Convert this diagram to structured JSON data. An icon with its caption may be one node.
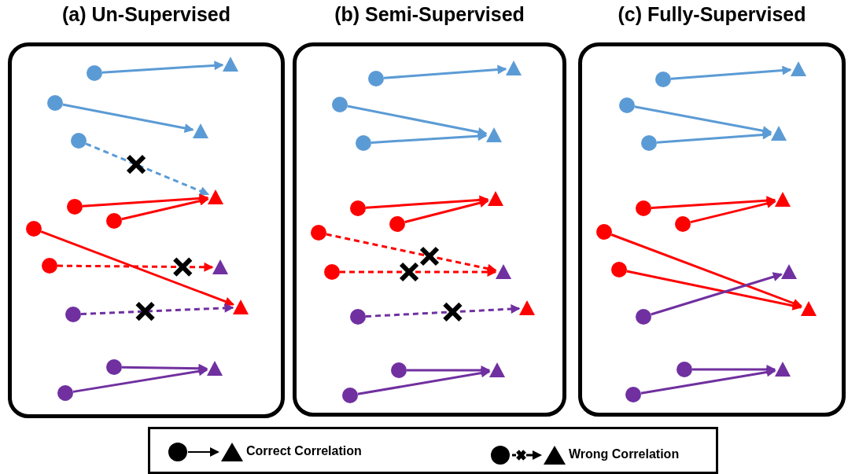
{
  "diagram": {
    "nodes": [
      {
        "text": [
          "(a) Un-Supervised"
        ]
      },
      {
        "text": [],
        "shape": "triangle",
        "in": 0
      },
      {
        "text": [],
        "shape": "circle",
        "in": 0
      },
      {
        "text": [],
        "shape": "circle",
        "in": 0
      },
      {
        "text": [],
        "shape": "triangle",
        "in": 0
      },
      {
        "text": [],
        "shape": "circle",
        "in": 0
      },
      {
        "text": [],
        "shape": "triangle",
        "in": 0
      },
      {
        "text": [],
        "shape": "circle",
        "in": 0
      },
      {
        "text": [],
        "shape": "circle",
        "in": 0
      },
      {
        "text": [],
        "shape": "circle",
        "in": 0
      },
      {
        "text": [],
        "shape": "circle",
        "in": 0
      },
      {
        "text": [],
        "shape": "triangle",
        "in": 0
      },
      {
        "text": [],
        "shape": "triangle",
        "in": 0
      },
      {
        "text": [],
        "shape": "circle",
        "in": 0
      },
      {
        "text": [],
        "shape": "circle",
        "in": 0
      },
      {
        "text": [],
        "shape": "triangle",
        "in": 0
      },
      {
        "text": [],
        "shape": "circle",
        "in": 0
      },
      {
        "text": [
          "(b) Semi-Supervised"
        ]
      },
      {
        "text": [],
        "shape": "triangle",
        "in": 17
      },
      {
        "text": [],
        "shape": "circle",
        "in": 17
      },
      {
        "text": [],
        "shape": "circle",
        "in": 17
      },
      {
        "text": [],
        "shape": "triangle",
        "in": 17
      },
      {
        "text": [],
        "shape": "circle",
        "in": 17
      },
      {
        "text": [],
        "shape": "triangle",
        "in": 17
      },
      {
        "text": [],
        "shape": "circle",
        "in": 17
      },
      {
        "text": [],
        "shape": "circle",
        "in": 17
      },
      {
        "text": [],
        "shape": "circle",
        "in": 17
      },
      {
        "text": [],
        "shape": "triangle",
        "in": 17
      },
      {
        "text": [],
        "shape": "circle",
        "in": 17
      },
      {
        "text": [],
        "shape": "triangle",
        "in": 17
      },
      {
        "text": [],
        "shape": "circle",
        "in": 17
      },
      {
        "text": [],
        "shape": "circle",
        "in": 17
      },
      {
        "text": [],
        "shape": "triangle",
        "in": 17
      },
      {
        "text": [],
        "shape": "circle",
        "in": 17
      },
      {
        "text": [
          "(c) Fully-Supervised"
        ]
      },
      {
        "text": [],
        "shape": "triangle",
        "in": 34
      },
      {
        "text": [],
        "shape": "circle",
        "in": 34
      },
      {
        "text": [],
        "shape": "circle",
        "in": 34
      },
      {
        "text": [],
        "shape": "triangle",
        "in": 34
      },
      {
        "text": [],
        "shape": "circle",
        "in": 34
      },
      {
        "text": [],
        "shape": "triangle",
        "in": 34
      },
      {
        "text": [],
        "shape": "circle",
        "in": 34
      },
      {
        "text": [],
        "shape": "circle",
        "in": 34
      },
      {
        "text": [],
        "shape": "circle",
        "in": 34
      },
      {
        "text": [],
        "shape": "triangle",
        "in": 34
      },
      {
        "text": [],
        "shape": "circle",
        "in": 34
      },
      {
        "text": [],
        "shape": "triangle",
        "in": 34
      },
      {
        "text": [],
        "shape": "circle",
        "in": 34
      },
      {
        "text": [],
        "shape": "circle",
        "in": 34
      },
      {
        "text": [],
        "shape": "triangle",
        "in": 34
      },
      {
        "text": [],
        "shape": "circle",
        "in": 34
      }
    ],
    "edges": [
      {
        "from": 2,
        "to": 1,
        "arrow": "to",
        "color": "#5b9bd5"
      },
      {
        "from": 3,
        "to": 4,
        "arrow": "to",
        "color": "#5b9bd5"
      },
      {
        "from": 5,
        "to": 6,
        "arrow": "to",
        "style": "dashed",
        "color": "#5b9bd5"
      },
      {
        "from": 7,
        "to": 6,
        "arrow": "to"
      },
      {
        "from": 8,
        "to": 6,
        "arrow": "to"
      },
      {
        "from": 9,
        "to": 12,
        "arrow": "to"
      },
      {
        "from": 10,
        "to": 11,
        "arrow": "to",
        "style": "dashed"
      },
      {
        "from": 13,
        "to": 12,
        "arrow": "to",
        "style": "dashed",
        "color": "#7030a0"
      },
      {
        "from": 14,
        "to": 15,
        "arrow": "to",
        "color": "#7030a0"
      },
      {
        "from": 16,
        "to": 15,
        "arrow": "to",
        "color": "#7030a0"
      },
      {
        "from": 19,
        "to": 18,
        "arrow": "to",
        "color": "#5b9bd5"
      },
      {
        "from": 20,
        "to": 21,
        "arrow": "to",
        "color": "#5b9bd5"
      },
      {
        "from": 22,
        "to": 21,
        "arrow": "to",
        "color": "#5b9bd5"
      },
      {
        "from": 24,
        "to": 23,
        "arrow": "to"
      },
      {
        "from": 25,
        "to": 23,
        "arrow": "to"
      },
      {
        "from": 26,
        "to": 27,
        "arrow": "to",
        "style": "dashed"
      },
      {
        "from": 28,
        "to": 27,
        "arrow": "to",
        "style": "dashed"
      },
      {
        "from": 30,
        "to": 29,
        "arrow": "to",
        "style": "dashed",
        "color": "#7030a0"
      },
      {
        "from": 31,
        "to": 32,
        "arrow": "to",
        "color": "#7030a0"
      },
      {
        "from": 33,
        "to": 32,
        "arrow": "to",
        "color": "#7030a0"
      },
      {
        "from": 36,
        "to": 35,
        "arrow": "to",
        "color": "#5b9bd5"
      },
      {
        "from": 37,
        "to": 38,
        "arrow": "to",
        "color": "#5b9bd5"
      },
      {
        "from": 39,
        "to": 38,
        "arrow": "to",
        "color": "#5b9bd5"
      },
      {
        "from": 41,
        "to": 40,
        "arrow": "to"
      },
      {
        "from": 42,
        "to": 40,
        "arrow": "to"
      },
      {
        "from": 43,
        "to": 46,
        "arrow": "to"
      },
      {
        "from": 45,
        "to": 46,
        "arrow": "to"
      },
      {
        "from": 47,
        "to": 44,
        "arrow": "to",
        "color": "#7030a0"
      },
      {
        "from": 48,
        "to": 49,
        "arrow": "to",
        "color": "#7030a0"
      },
      {
        "from": 50,
        "to": 49,
        "arrow": "to",
        "color": "#7030a0"
      }
    ],
    "legend": [
      {
        "text": "Correct Correlation"
      },
      {
        "text": "Wrong Correlation"
      }
    ]
  }
}
